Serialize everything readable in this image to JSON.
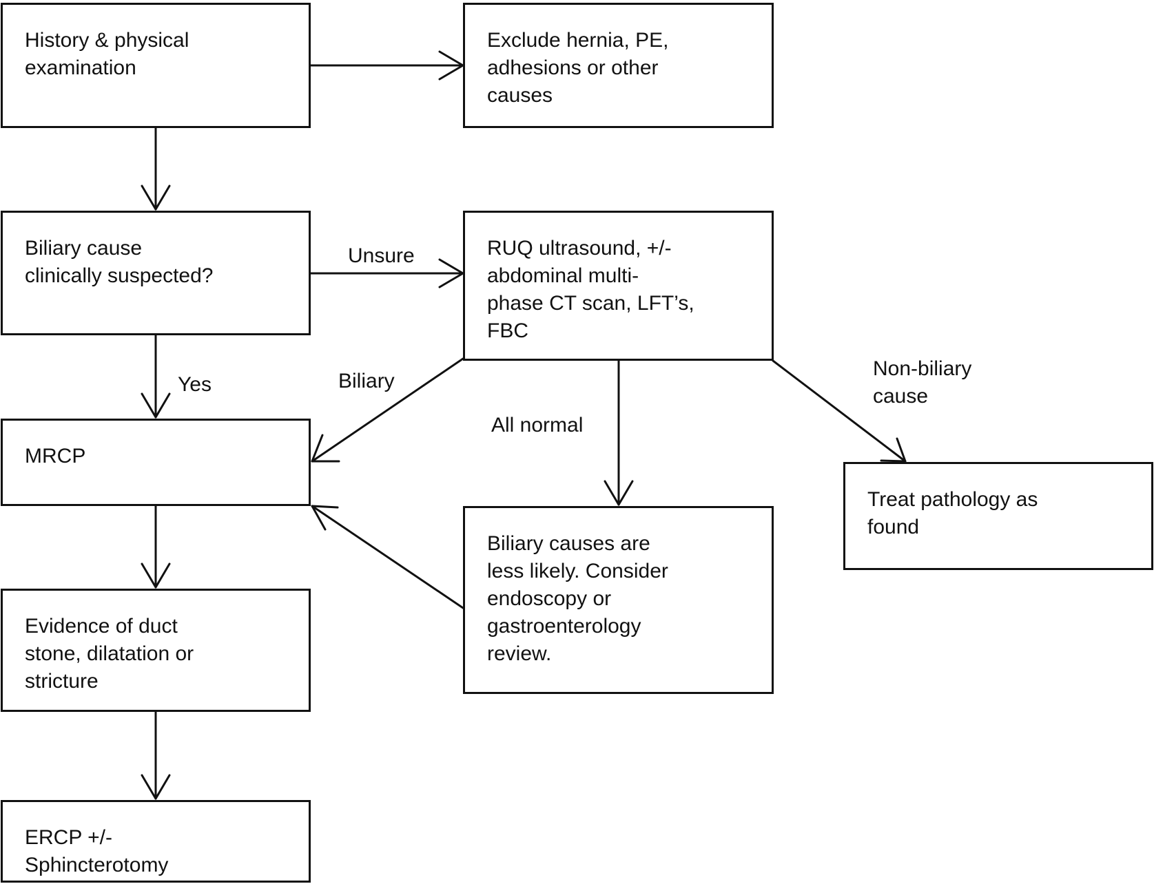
{
  "flowchart": {
    "nodes": {
      "history": "History & physical\nexamination",
      "exclude": "Exclude hernia, PE,\nadhesions or other\ncauses",
      "biliary_suspected": "Biliary cause\nclinically suspected?",
      "ruq": "RUQ ultrasound, +/-\nabdominal multi-\nphase CT scan, LFT’s,\nFBC",
      "mrcp": "MRCP",
      "treat": "Treat pathology as\nfound",
      "less_likely": "Biliary causes are\nless likely. Consider\nendoscopy or\ngastroenterology\nreview.",
      "evidence": "Evidence of duct\nstone, dilatation or\nstricture",
      "ercp": "ERCP +/-\nSphincterotomy"
    },
    "edge_labels": {
      "unsure": "Unsure",
      "yes": "Yes",
      "biliary": "Biliary",
      "all_normal": "All normal",
      "non_biliary": "Non-biliary\ncause"
    }
  }
}
